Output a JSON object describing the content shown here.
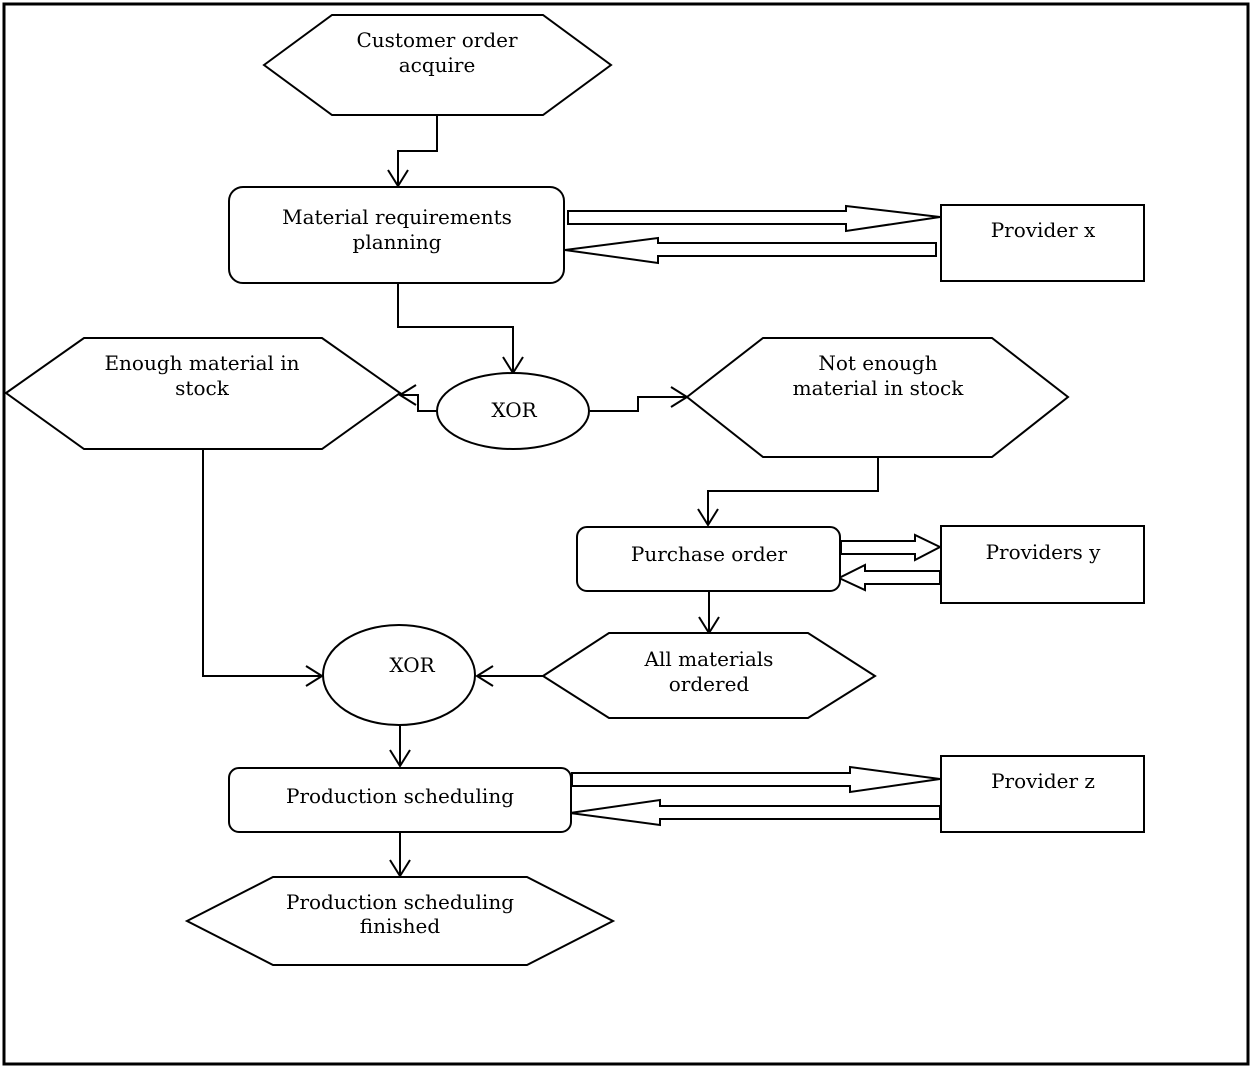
{
  "nodes": {
    "customer_order": {
      "lines": [
        "Customer order",
        "acquire"
      ]
    },
    "mrp": {
      "lines": [
        "Material requirements",
        "planning"
      ]
    },
    "provider_x": {
      "lines": [
        "Provider x"
      ]
    },
    "enough_stock": {
      "lines": [
        "Enough material in",
        "stock"
      ]
    },
    "xor_top": {
      "lines": [
        "XOR"
      ]
    },
    "not_enough_stock": {
      "lines": [
        "Not enough",
        "material in stock"
      ]
    },
    "purchase_order": {
      "lines": [
        "Purchase order"
      ]
    },
    "providers_y": {
      "lines": [
        "Providers y"
      ]
    },
    "all_ordered": {
      "lines": [
        "All materials",
        "ordered"
      ]
    },
    "xor_bottom": {
      "lines": [
        "XOR"
      ]
    },
    "production_scheduling": {
      "lines": [
        "Production scheduling"
      ]
    },
    "provider_z": {
      "lines": [
        "Provider z"
      ]
    },
    "production_finished": {
      "lines": [
        "Production scheduling",
        "finished"
      ]
    }
  },
  "edges": [
    {
      "from": "customer_order",
      "to": "mrp"
    },
    {
      "from": "mrp",
      "to": "xor_top"
    },
    {
      "from": "xor_top",
      "to": "enough_stock"
    },
    {
      "from": "xor_top",
      "to": "not_enough_stock"
    },
    {
      "from": "not_enough_stock",
      "to": "purchase_order"
    },
    {
      "from": "purchase_order",
      "to": "all_ordered"
    },
    {
      "from": "enough_stock",
      "to": "xor_bottom"
    },
    {
      "from": "all_ordered",
      "to": "xor_bottom"
    },
    {
      "from": "xor_bottom",
      "to": "production_scheduling"
    },
    {
      "from": "production_scheduling",
      "to": "production_finished"
    }
  ],
  "exchanges": [
    {
      "between": [
        "mrp",
        "provider_x"
      ]
    },
    {
      "between": [
        "purchase_order",
        "providers_y"
      ]
    },
    {
      "between": [
        "production_scheduling",
        "provider_z"
      ]
    }
  ]
}
